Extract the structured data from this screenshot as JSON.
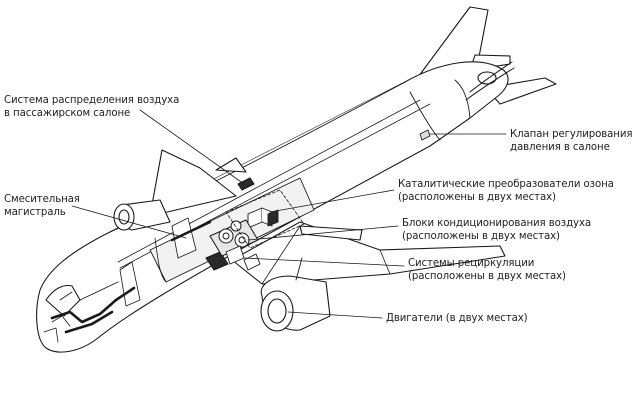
{
  "diagram": {
    "labels": {
      "air_distribution": {
        "line1": "Система распределения воздуха",
        "line2": "в пассажирском салоне"
      },
      "mixing_manifold": {
        "line1": "Смесительная",
        "line2": "магистраль"
      },
      "pressure_valve": {
        "line1": "Клапан регулирования",
        "line2": "давления в салоне"
      },
      "ozone_converters": {
        "line1": "Каталитические преобразователи озона",
        "line2": "(расположены в двух местах)"
      },
      "ac_packs": {
        "line1": "Блоки кондиционирования воздуха",
        "line2": "(расположены в двух местах)"
      },
      "recirculation": {
        "line1": "Системы рециркуляции",
        "line2": "(расположены в двух местах)"
      },
      "engines": {
        "line1": "Двигатели (в двух местах)"
      }
    },
    "colors": {
      "stroke": "#1a1a1a",
      "fill": "#ffffff",
      "component": "#2a2a2a",
      "section_fill": "#f2f2f2"
    }
  }
}
